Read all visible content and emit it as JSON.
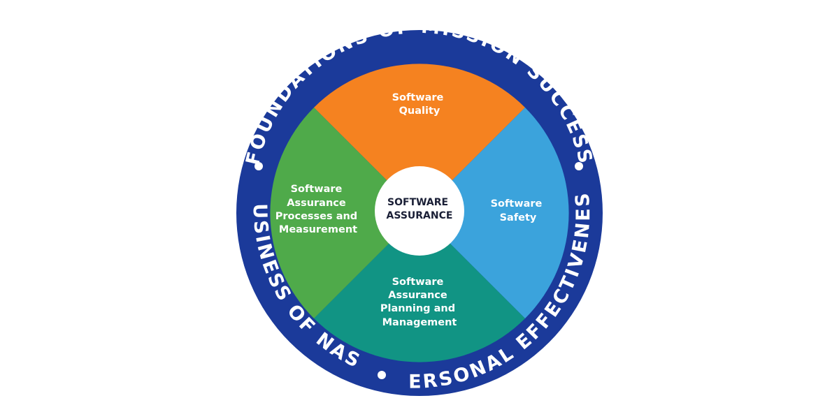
{
  "diagram": {
    "ring": {
      "color": "#1b3a9a",
      "top_label": "FOUNDATIONS OF MISSION SUCCESS",
      "left_label": "BUSINESS OF NASA",
      "right_label": "PERSONAL EFFECTIVENESS"
    },
    "center": {
      "line1": "SOFTWARE",
      "line2": "ASSURANCE"
    },
    "quadrants": {
      "top": {
        "color": "#f58220",
        "lines": [
          "Software",
          "Quality"
        ]
      },
      "right": {
        "color": "#3ba3dc",
        "lines": [
          "Software",
          "Safety"
        ]
      },
      "bottom": {
        "color": "#119484",
        "lines": [
          "Software",
          "Assurance",
          "Planning and",
          "Management"
        ]
      },
      "left": {
        "color": "#4faa4a",
        "lines": [
          "Software",
          "Assurance",
          "Processes and",
          "Measurement"
        ]
      }
    }
  }
}
